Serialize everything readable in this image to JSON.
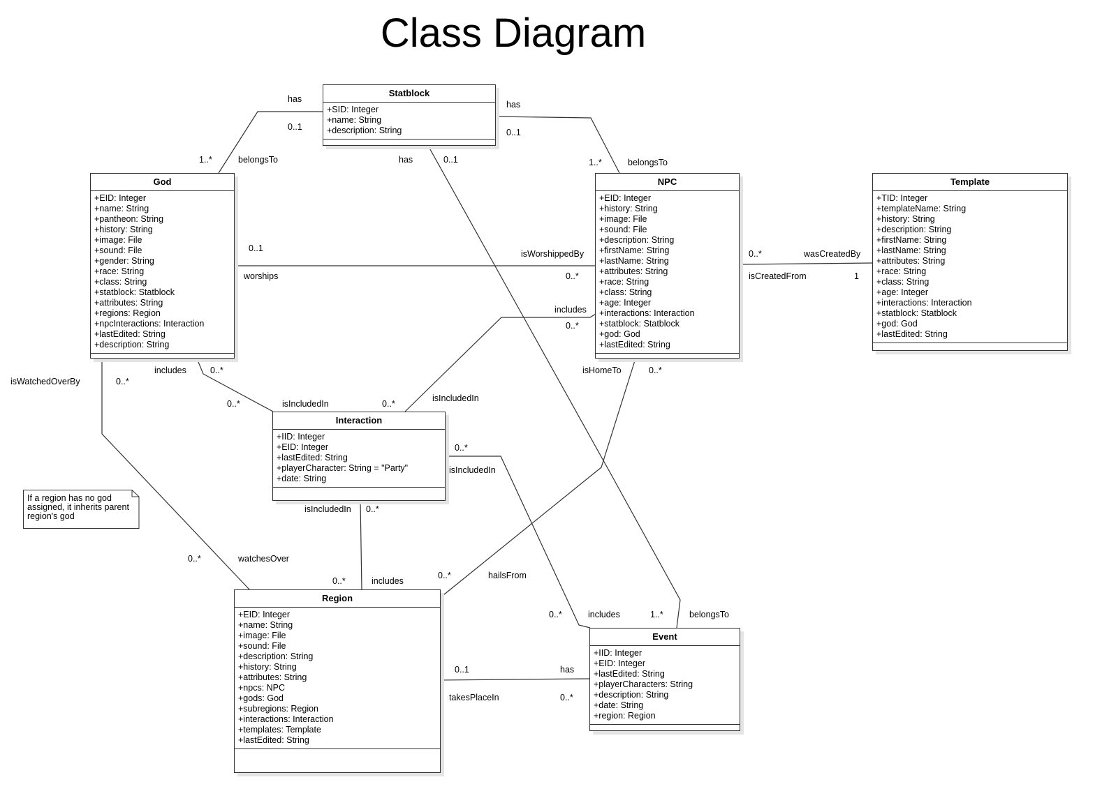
{
  "title": "Class Diagram",
  "note": "If a region has no god assigned, it inherits parent region's god",
  "classes": {
    "statblock": {
      "name": "Statblock",
      "attributes": [
        "+SID: Integer",
        "+name: String",
        "+description: String"
      ]
    },
    "god": {
      "name": "God",
      "attributes": [
        "+EID: Integer",
        "+name: String",
        "+pantheon: String",
        "+history: String",
        "+image: File",
        "+sound: File",
        "+gender: String",
        "+race: String",
        "+class: String",
        "+statblock: Statblock",
        "+attributes: String",
        "+regions: Region",
        "+npcInteractions: Interaction",
        "+lastEdited: String",
        "+description: String"
      ]
    },
    "npc": {
      "name": "NPC",
      "attributes": [
        "+EID: Integer",
        "+history: String",
        "+image: File",
        "+sound: File",
        "+description: String",
        "+firstName: String",
        "+lastName: String",
        "+attributes: String",
        "+race: String",
        "+class: String",
        "+age: Integer",
        "+interactions: Interaction",
        "+statblock: Statblock",
        "+god: God",
        "+lastEdited: String"
      ]
    },
    "template": {
      "name": "Template",
      "attributes": [
        "+TID: Integer",
        "+templateName: String",
        "+history: String",
        "+description: String",
        "+firstName: String",
        "+lastName: String",
        "+attributes: String",
        "+race: String",
        "+class: String",
        "+age: Integer",
        "+interactions: Interaction",
        "+statblock: Statblock",
        "+god: God",
        "+lastEdited: String"
      ]
    },
    "interaction": {
      "name": "Interaction",
      "attributes": [
        "+IID: Integer",
        "+EID: Integer",
        "+lastEdited: String",
        "+playerCharacter: String = \"Party\"",
        "+date: String"
      ]
    },
    "region": {
      "name": "Region",
      "attributes": [
        "+EID: Integer",
        "+name: String",
        "+image: File",
        "+sound: File",
        "+description: String",
        "+history: String",
        "+attributes: String",
        "+npcs: NPC",
        "+gods: God",
        "+subregions: Region",
        "+interactions: Interaction",
        "+templates: Template",
        "+lastEdited: String"
      ]
    },
    "event": {
      "name": "Event",
      "attributes": [
        "+IID: Integer",
        "+EID: Integer",
        "+lastEdited: String",
        "+playerCharacters: String",
        "+description: String",
        "+date: String",
        "+region: Region"
      ]
    }
  },
  "labels": {
    "god_statblock_has": "has",
    "god_statblock_mult1": "0..1",
    "god_statblock_mult2": "1..*",
    "god_statblock_belongs": "belongsTo",
    "npc_statblock_has": "has",
    "npc_statblock_mult1": "0..1",
    "npc_statblock_mult2": "1..*",
    "npc_statblock_belongs": "belongsTo",
    "event_statblock_has": "has",
    "event_statblock_mult1": "0..1",
    "event_statblock_mult2": "1..*",
    "event_statblock_belongs": "belongsTo",
    "god_npc_mult1": "0..1",
    "god_npc_worships": "worships",
    "god_npc_isworshipped": "isWorshippedBy",
    "god_npc_mult2": "0..*",
    "npc_template_mult1": "0..*",
    "npc_template_wascreated": "wasCreatedBy",
    "npc_template_iscreated": "isCreatedFrom",
    "npc_template_mult2": "1",
    "npc_int_includes": "includes",
    "npc_int_mult1": "0..*",
    "npc_int_isincluded": "isIncludedIn",
    "npc_int_mult2": "0..*",
    "god_int_includes": "includes",
    "god_int_mult1": "0..*",
    "god_int_mult2": "0..*",
    "god_int_isincluded": "isIncludedIn",
    "god_region_watched": "isWatchedOverBy",
    "god_region_mult1": "0..*",
    "god_region_mult2": "0..*",
    "god_region_watches": "watchesOver",
    "npc_region_ishome": "isHomeTo",
    "npc_region_mult1": "0..*",
    "npc_region_mult2": "0..*",
    "npc_region_hails": "hailsFrom",
    "int_region_isincluded": "isIncludedIn",
    "int_region_mult1": "0..*",
    "int_region_mult2": "0..*",
    "int_region_includes": "includes",
    "int_event_mult1": "0..*",
    "int_event_isincluded": "isIncludedIn",
    "int_event_mult2": "0..*",
    "int_event_includes": "includes",
    "region_event_mult1": "0..1",
    "region_event_takes": "takesPlaceIn",
    "region_event_has": "has",
    "region_event_mult2": "0..*"
  }
}
